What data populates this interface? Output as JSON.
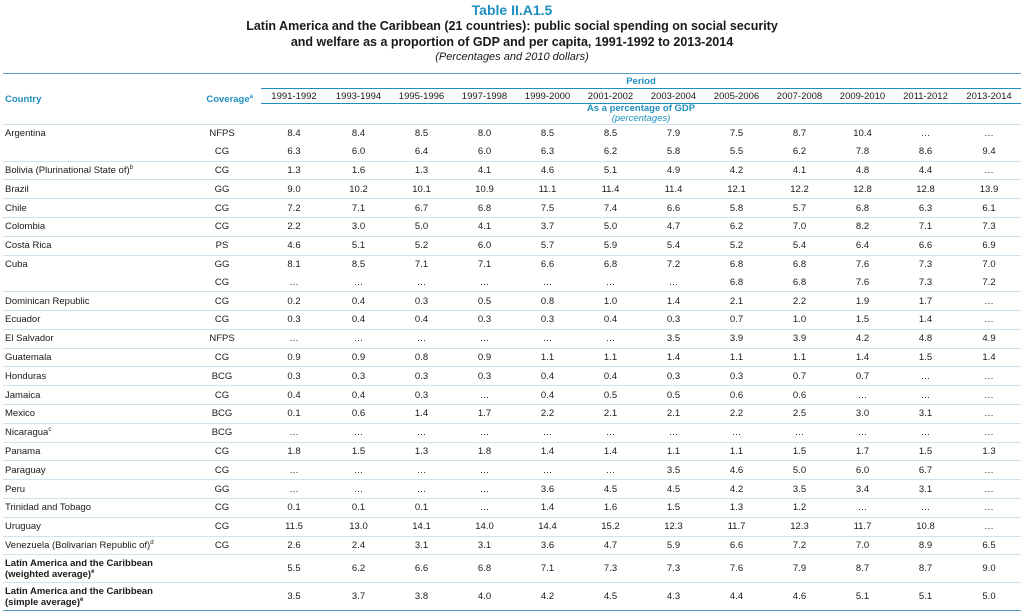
{
  "table_number": "Table II.A1.5",
  "title_line1": "Latin America and the Caribbean (21 countries): public social spending on social security",
  "title_line2": "and welfare as a proportion of GDP and per capita, 1991-1992 to 2013-2014",
  "subtitle": "(Percentages and 2010 dollars)",
  "columns": {
    "country": "Country",
    "coverage": "Coverage",
    "coverage_note": "a",
    "period": "Period",
    "years": [
      "1991-1992",
      "1993-1994",
      "1995-1996",
      "1997-1998",
      "1999-2000",
      "2001-2002",
      "2003-2004",
      "2005-2006",
      "2007-2008",
      "2009-2010",
      "2011-2012",
      "2013-2014"
    ],
    "unit_line1": "As a percentage of GDP",
    "unit_line2": "(percentages)"
  },
  "rows": [
    {
      "country": "Argentina",
      "note": "",
      "coverage": "NFPS",
      "values": [
        "8.4",
        "8.4",
        "8.5",
        "8.0",
        "8.5",
        "8.5",
        "7.9",
        "7.5",
        "8.7",
        "10.4",
        "…",
        "…"
      ]
    },
    {
      "country": "",
      "note": "",
      "coverage": "CG",
      "values": [
        "6.3",
        "6.0",
        "6.4",
        "6.0",
        "6.3",
        "6.2",
        "5.8",
        "5.5",
        "6.2",
        "7.8",
        "8.6",
        "9.4"
      ]
    },
    {
      "country": "Bolivia (Plurinational State of)",
      "note": "b",
      "coverage": "CG",
      "values": [
        "1.3",
        "1.6",
        "1.3",
        "4.1",
        "4.6",
        "5.1",
        "4.9",
        "4.2",
        "4.1",
        "4.8",
        "4.4",
        "…"
      ]
    },
    {
      "country": "Brazil",
      "note": "",
      "coverage": "GG",
      "values": [
        "9.0",
        "10.2",
        "10.1",
        "10.9",
        "11.1",
        "11.4",
        "11.4",
        "12.1",
        "12.2",
        "12.8",
        "12.8",
        "13.9"
      ]
    },
    {
      "country": "Chile",
      "note": "",
      "coverage": "CG",
      "values": [
        "7.2",
        "7.1",
        "6.7",
        "6.8",
        "7.5",
        "7.4",
        "6.6",
        "5.8",
        "5.7",
        "6.8",
        "6.3",
        "6.1"
      ]
    },
    {
      "country": "Colombia",
      "note": "",
      "coverage": "CG",
      "values": [
        "2.2",
        "3.0",
        "5.0",
        "4.1",
        "3.7",
        "5.0",
        "4.7",
        "6.2",
        "7.0",
        "8.2",
        "7.1",
        "7.3"
      ]
    },
    {
      "country": "Costa Rica",
      "note": "",
      "coverage": "PS",
      "values": [
        "4.6",
        "5.1",
        "5.2",
        "6.0",
        "5.7",
        "5.9",
        "5.4",
        "5.2",
        "5.4",
        "6.4",
        "6.6",
        "6.9"
      ]
    },
    {
      "country": "Cuba",
      "note": "",
      "coverage": "GG",
      "values": [
        "8.1",
        "8.5",
        "7.1",
        "7.1",
        "6.6",
        "6.8",
        "7.2",
        "6.8",
        "6.8",
        "7.6",
        "7.3",
        "7.0"
      ]
    },
    {
      "country": "",
      "note": "",
      "coverage": "CG",
      "values": [
        "…",
        "…",
        "…",
        "…",
        "…",
        "…",
        "…",
        "6.8",
        "6.8",
        "7.6",
        "7.3",
        "7.2"
      ]
    },
    {
      "country": "Dominican Republic",
      "note": "",
      "coverage": "CG",
      "values": [
        "0.2",
        "0.4",
        "0.3",
        "0.5",
        "0.8",
        "1.0",
        "1.4",
        "2.1",
        "2.2",
        "1.9",
        "1.7",
        "…"
      ]
    },
    {
      "country": "Ecuador",
      "note": "",
      "coverage": "CG",
      "values": [
        "0.3",
        "0.4",
        "0.4",
        "0.3",
        "0.3",
        "0.4",
        "0.3",
        "0.7",
        "1.0",
        "1.5",
        "1.4",
        "…"
      ]
    },
    {
      "country": "El Salvador",
      "note": "",
      "coverage": "NFPS",
      "values": [
        "…",
        "…",
        "…",
        "…",
        "…",
        "…",
        "3.5",
        "3.9",
        "3.9",
        "4.2",
        "4.8",
        "4.9"
      ]
    },
    {
      "country": "Guatemala",
      "note": "",
      "coverage": "CG",
      "values": [
        "0.9",
        "0.9",
        "0.8",
        "0.9",
        "1.1",
        "1.1",
        "1.4",
        "1.1",
        "1.1",
        "1.4",
        "1.5",
        "1.4"
      ]
    },
    {
      "country": "Honduras",
      "note": "",
      "coverage": "BCG",
      "values": [
        "0.3",
        "0.3",
        "0.3",
        "0.3",
        "0.4",
        "0.4",
        "0.3",
        "0.3",
        "0.7",
        "0.7",
        "…",
        "…"
      ]
    },
    {
      "country": "Jamaica",
      "note": "",
      "coverage": "CG",
      "values": [
        "0.4",
        "0.4",
        "0.3",
        "…",
        "0.4",
        "0.5",
        "0.5",
        "0.6",
        "0.6",
        "…",
        "…",
        "…"
      ]
    },
    {
      "country": "Mexico",
      "note": "",
      "coverage": "BCG",
      "values": [
        "0.1",
        "0.6",
        "1.4",
        "1.7",
        "2.2",
        "2.1",
        "2.1",
        "2.2",
        "2.5",
        "3.0",
        "3.1",
        "…"
      ]
    },
    {
      "country": "Nicaragua",
      "note": "c",
      "coverage": "BCG",
      "values": [
        "…",
        "…",
        "…",
        "…",
        "…",
        "…",
        "…",
        "…",
        "…",
        "…",
        "…",
        "…"
      ]
    },
    {
      "country": "Panama",
      "note": "",
      "coverage": "CG",
      "values": [
        "1.8",
        "1.5",
        "1.3",
        "1.8",
        "1.4",
        "1.4",
        "1.1",
        "1.1",
        "1.5",
        "1.7",
        "1.5",
        "1.3"
      ]
    },
    {
      "country": "Paraguay",
      "note": "",
      "coverage": "CG",
      "values": [
        "…",
        "…",
        "…",
        "…",
        "…",
        "…",
        "3.5",
        "4.6",
        "5.0",
        "6.0",
        "6.7",
        "…"
      ]
    },
    {
      "country": "Peru",
      "note": "",
      "coverage": "GG",
      "values": [
        "…",
        "…",
        "…",
        "…",
        "3.6",
        "4.5",
        "4.5",
        "4.2",
        "3.5",
        "3.4",
        "3.1",
        "…"
      ]
    },
    {
      "country": "Trinidad and Tobago",
      "note": "",
      "coverage": "CG",
      "values": [
        "0.1",
        "0.1",
        "0.1",
        "…",
        "1.4",
        "1.6",
        "1.5",
        "1.3",
        "1.2",
        "…",
        "…",
        "…"
      ]
    },
    {
      "country": "Uruguay",
      "note": "",
      "coverage": "CG",
      "values": [
        "11.5",
        "13.0",
        "14.1",
        "14.0",
        "14.4",
        "15.2",
        "12.3",
        "11.7",
        "12.3",
        "11.7",
        "10.8",
        "…"
      ]
    },
    {
      "country": "Venezuela (Bolivarian Republic of)",
      "note": "d",
      "coverage": "CG",
      "values": [
        "2.6",
        "2.4",
        "3.1",
        "3.1",
        "3.6",
        "4.7",
        "5.9",
        "6.6",
        "7.2",
        "7.0",
        "8.9",
        "6.5"
      ]
    }
  ],
  "aggregates": [
    {
      "line1": "Latin America and the Caribbean",
      "line2": "(weighted average)",
      "note": "e",
      "values": [
        "5.5",
        "6.2",
        "6.6",
        "6.8",
        "7.1",
        "7.3",
        "7.3",
        "7.6",
        "7.9",
        "8.7",
        "8.7",
        "9.0"
      ]
    },
    {
      "line1": "Latin America and the Caribbean",
      "line2": "(simple average)",
      "note": "e",
      "values": [
        "3.5",
        "3.7",
        "3.8",
        "4.0",
        "4.2",
        "4.5",
        "4.3",
        "4.4",
        "4.6",
        "5.1",
        "5.1",
        "5.0"
      ]
    }
  ]
}
